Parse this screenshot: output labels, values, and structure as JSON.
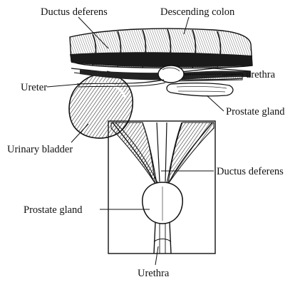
{
  "labels": {
    "ductus_deferens_top": "Ductus deferens",
    "descending_colon": "Descending colon",
    "urethra_right": "urethra",
    "ureter": "Ureter",
    "prostate_gland_right": "Prostate gland",
    "urinary_bladder": "Urinary bladder",
    "ductus_deferens_right": "Ductus deferens",
    "prostate_gland_left": "Prostate gland",
    "urethra_bottom": "Urethra"
  }
}
